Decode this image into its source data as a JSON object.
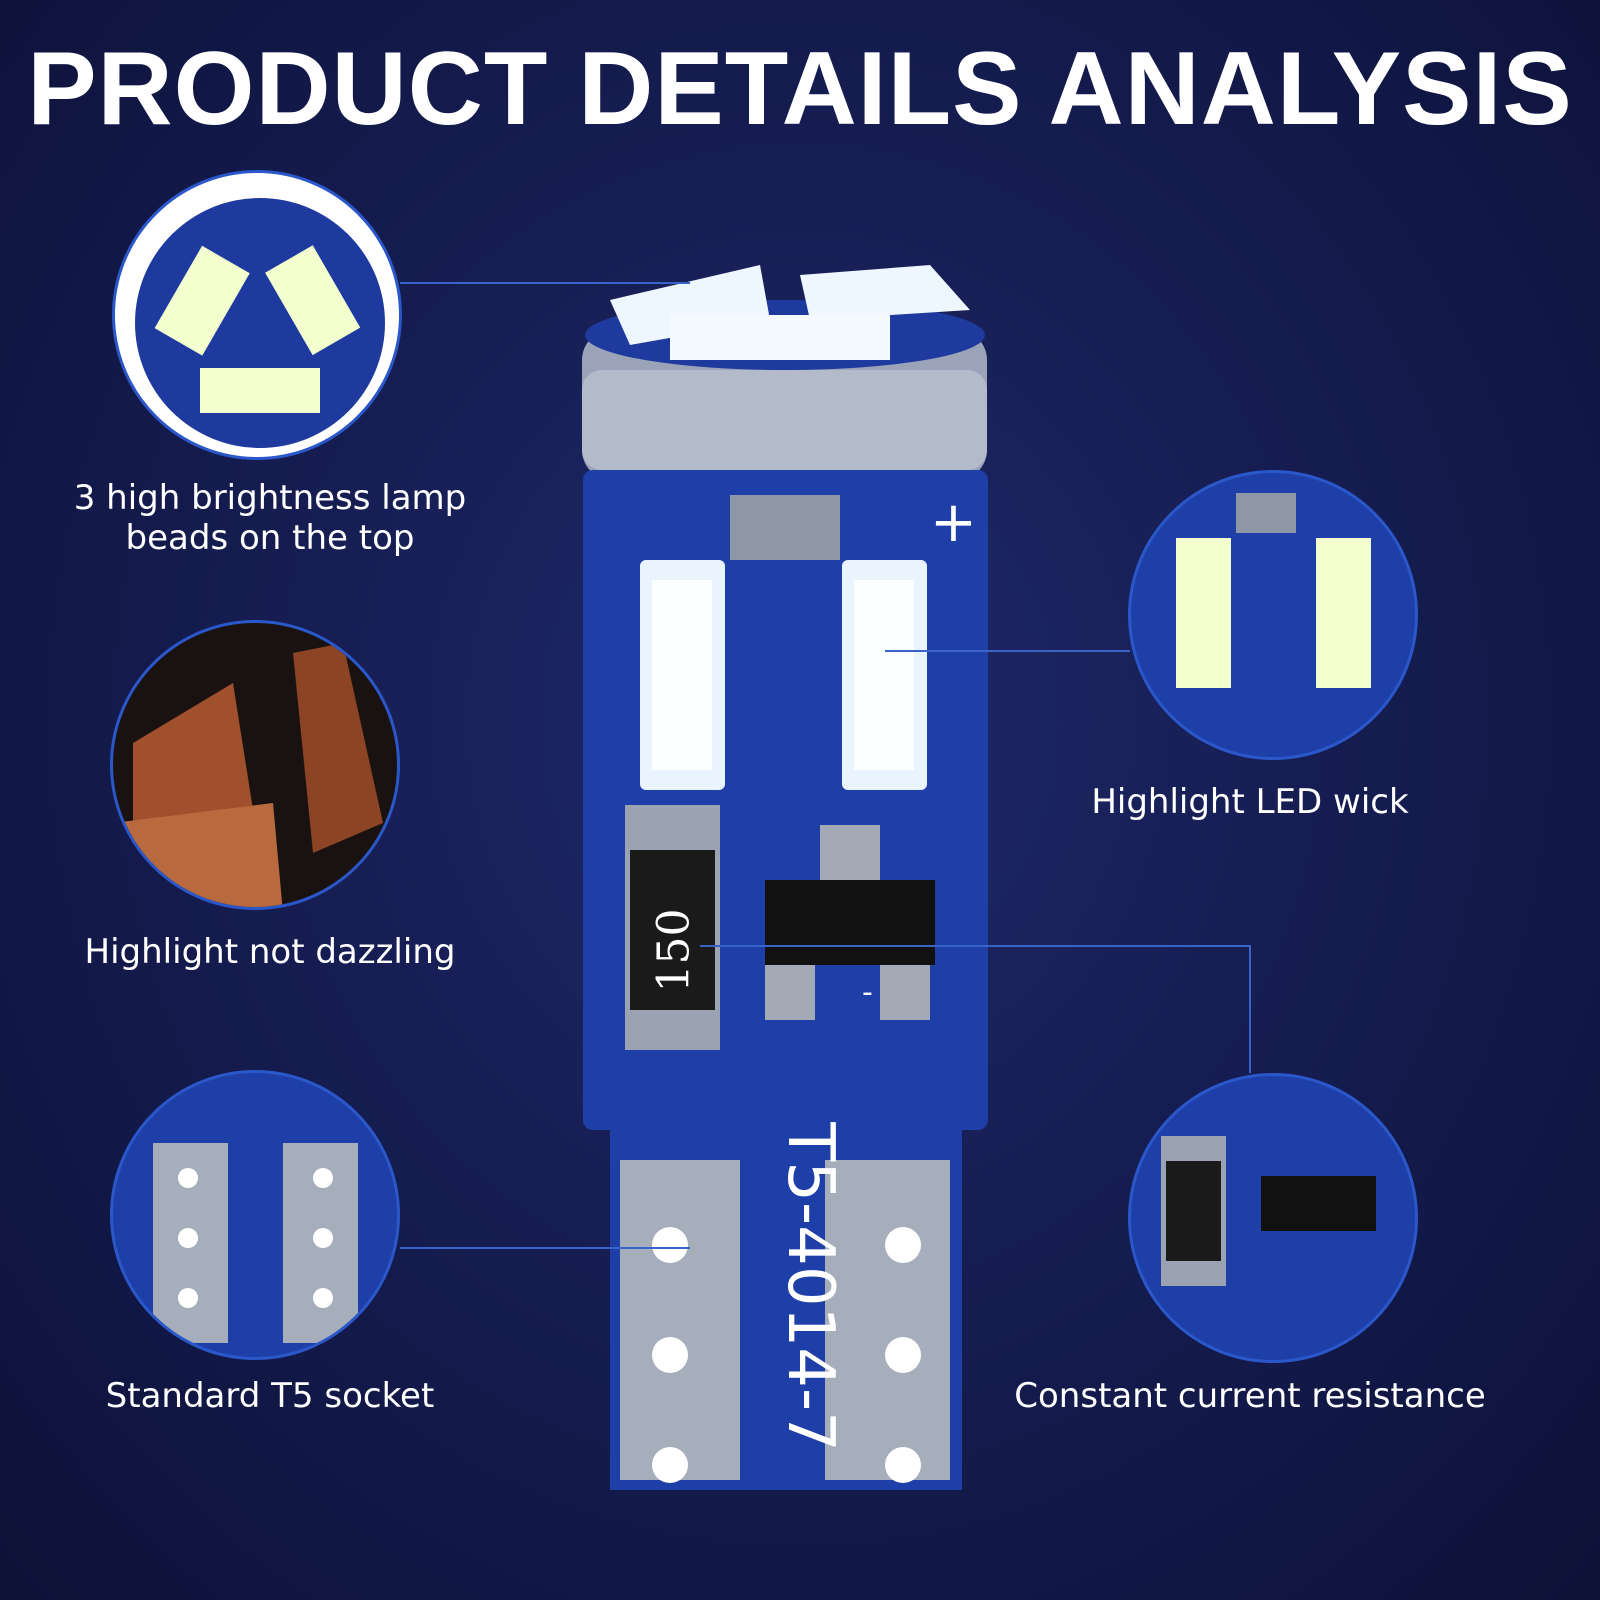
{
  "title": "PRODUCT DETAILS ANALYSIS",
  "features": [
    {
      "label_line1": "3 high brightness lamp",
      "label_line2": "beads on the top"
    },
    {
      "label": "Highlight not dazzling"
    },
    {
      "label": "Standard T5 socket"
    },
    {
      "label": "Highlight LED wick"
    },
    {
      "label": "Constant current resistance"
    }
  ],
  "board_markings": {
    "plus": "+",
    "minus": "-",
    "resistor_code": "150",
    "model": "T5-4014-7"
  },
  "colors": {
    "accent": "#2a57c9",
    "board_blue": "#1f3fa8",
    "background": "#161d52"
  }
}
